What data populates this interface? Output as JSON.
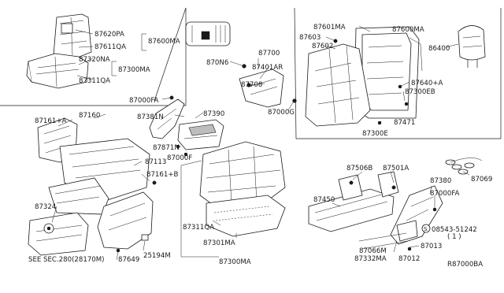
{
  "diagram_code": "R87000BA",
  "callouts": {
    "c87620PA": "87620PA",
    "c87611QA": "87611QA",
    "c87600MA_l": "87600MA",
    "c87320NA": "87320NA",
    "c87300MA_l": "87300MA",
    "c87311QA_l": "87311QA",
    "c87700": "87700",
    "c870N6": "870N6",
    "c87401AR": "87401AR",
    "c87708": "87708",
    "c87000G": "87000G",
    "c87601MA": "87601MA",
    "c87600MA_r": "87600MA",
    "c87603": "87603",
    "c87602": "87602",
    "c86400": "86400",
    "c87640A": "87640+A",
    "c87300EB": "87300EB",
    "c87471": "87471",
    "c87300E": "87300E",
    "c87000FA_l": "87000FA",
    "c87381N": "87381N",
    "c87390": "87390",
    "c87161A": "87161+A",
    "c87160": "87160",
    "c87113": "87113",
    "c87871N": "87871N",
    "c87000F": "87000F",
    "c87161B": "87161+B",
    "c87324": "87324",
    "c87311QA_c": "87311QA",
    "c87301MA": "87301MA",
    "c87300MA_b": "87300MA",
    "c87649": "87649",
    "c25194M": "25194M",
    "c_seesec": "SEE SEC.280(28170M)",
    "c87450": "87450",
    "c87506B": "87506B",
    "c87501A": "87501A",
    "c87380": "87380",
    "c87000FA_r": "87000FA",
    "c87069": "87069",
    "c08543": "08543-51242",
    "c_qty": "( 1 )",
    "c87066M": "87066M",
    "c87013": "87013",
    "c87332MA": "87332MA",
    "c87012": "87012"
  }
}
